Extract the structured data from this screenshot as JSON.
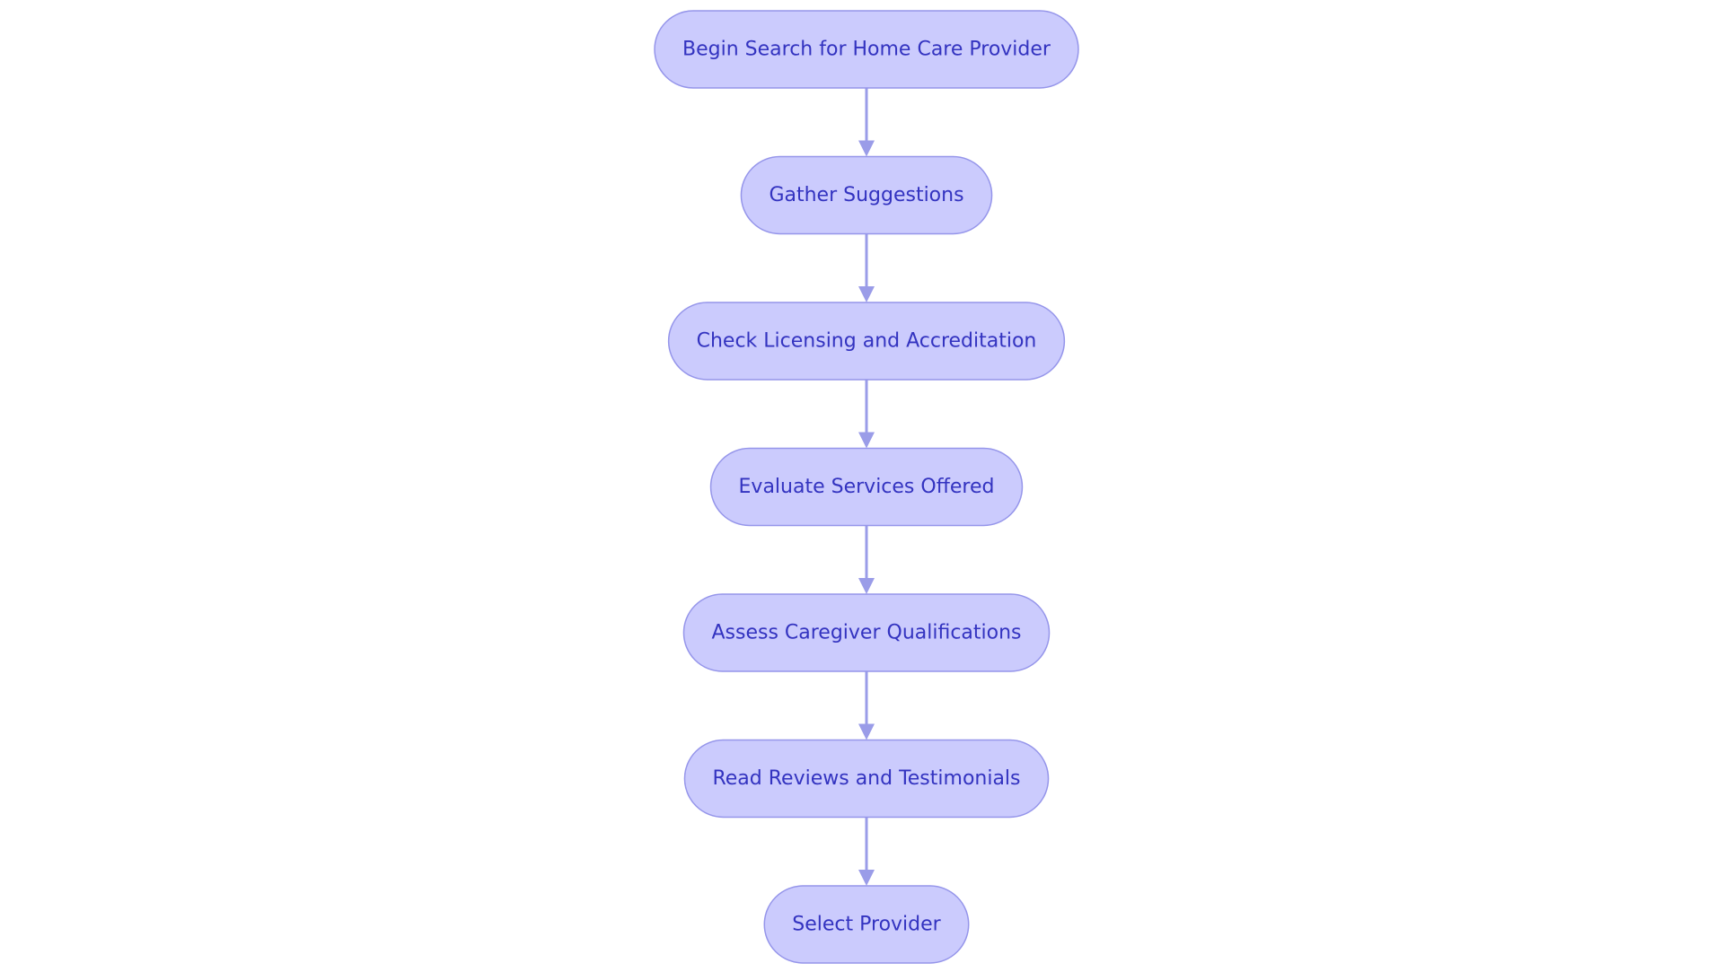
{
  "diagram": {
    "type": "flowchart",
    "direction": "top-to-bottom",
    "colors": {
      "node_fill": "#cbcbfd",
      "node_border": "#9595ea",
      "node_text": "#3333c0",
      "edge": "#9a9ce8",
      "background": "#ffffff"
    },
    "nodes": [
      {
        "id": "begin-search",
        "label": "Begin Search for Home Care Provider"
      },
      {
        "id": "gather-suggestions",
        "label": "Gather Suggestions"
      },
      {
        "id": "check-licensing",
        "label": "Check Licensing and Accreditation"
      },
      {
        "id": "evaluate-services",
        "label": "Evaluate Services Offered"
      },
      {
        "id": "assess-caregiver",
        "label": "Assess Caregiver Qualifications"
      },
      {
        "id": "read-reviews",
        "label": "Read Reviews and Testimonials"
      },
      {
        "id": "select-provider",
        "label": "Select Provider"
      }
    ],
    "edges": [
      {
        "from": "begin-search",
        "to": "gather-suggestions"
      },
      {
        "from": "gather-suggestions",
        "to": "check-licensing"
      },
      {
        "from": "check-licensing",
        "to": "evaluate-services"
      },
      {
        "from": "evaluate-services",
        "to": "assess-caregiver"
      },
      {
        "from": "assess-caregiver",
        "to": "read-reviews"
      },
      {
        "from": "read-reviews",
        "to": "select-provider"
      }
    ]
  }
}
